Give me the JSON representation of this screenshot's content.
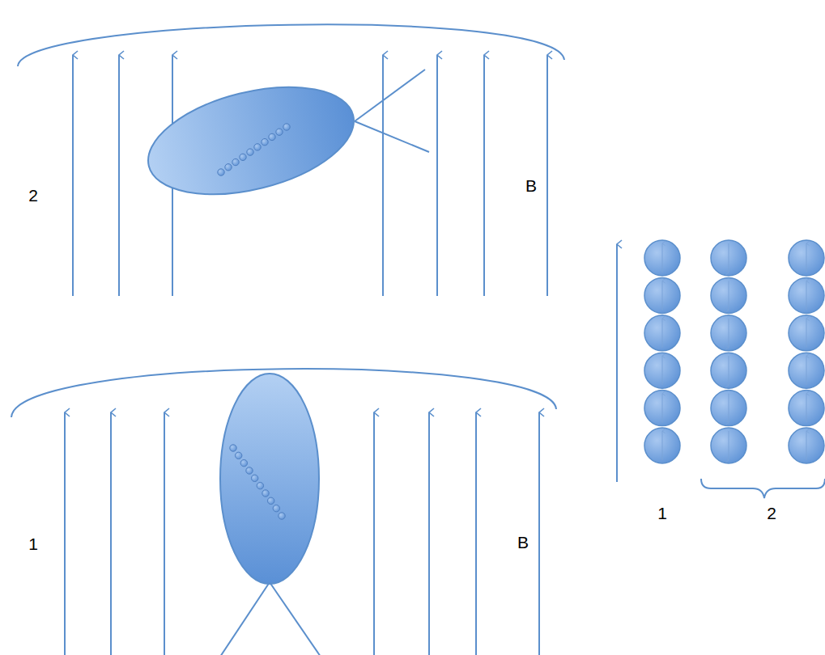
{
  "diagram": {
    "labels": [
      "2",
      "B",
      "1",
      "B",
      "1",
      "2"
    ]
  }
}
